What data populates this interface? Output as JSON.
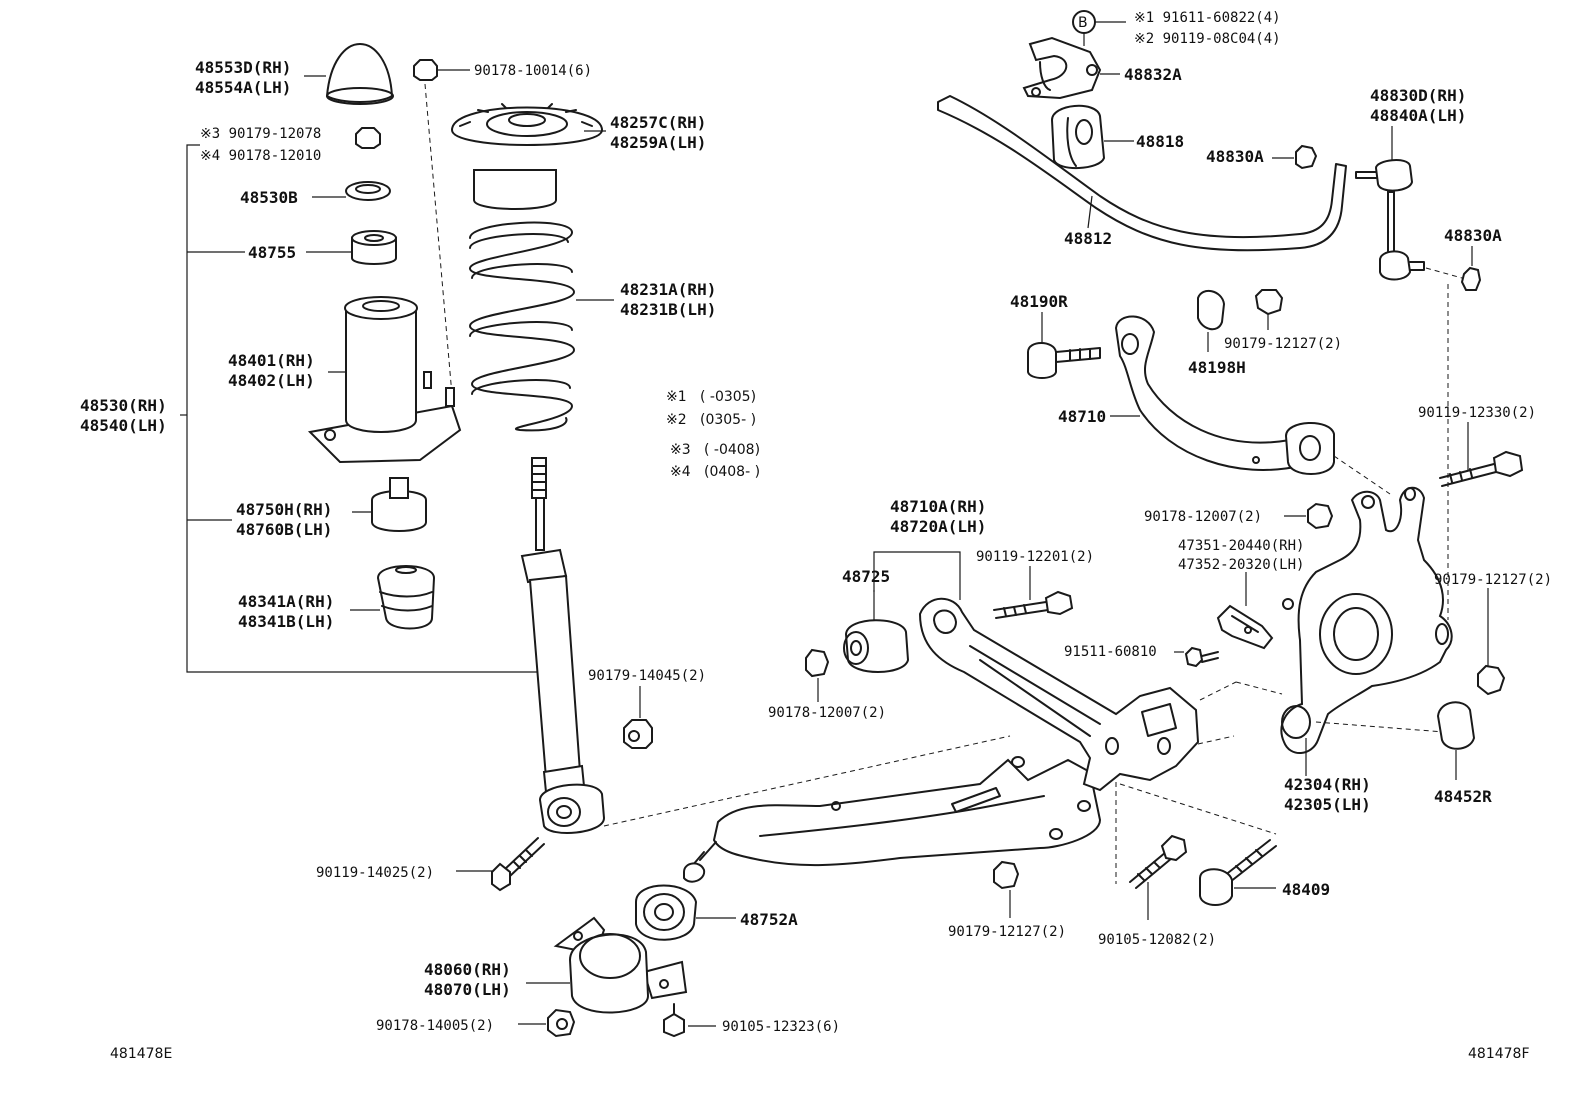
{
  "diagram": {
    "drawing_number_left": "481478E",
    "drawing_number_right": "481478F",
    "notes": [
      {
        "key": "※1",
        "text": "(      -0305)"
      },
      {
        "key": "※2",
        "text": "(0305-       )"
      },
      {
        "key": "※3",
        "text": "(      -0408)"
      },
      {
        "key": "※4",
        "text": "(0408-      )"
      }
    ],
    "labels": {
      "l48553D": "48553D(RH)",
      "l48554A": "48554A(LH)",
      "l90178_10014": "90178-10014(6)",
      "l90179_12078": "※3 90179-12078",
      "l90178_12010": "※4 90178-12010",
      "l48530B": "48530B",
      "l48755": "48755",
      "l48401": "48401(RH)",
      "l48402": "48402(LH)",
      "l48530": "48530(RH)",
      "l48540": "48540(LH)",
      "l48750H": "48750H(RH)",
      "l48760B": "48760B(LH)",
      "l48341A": "48341A(RH)",
      "l48341B": "48341B(LH)",
      "l48257C": "48257C(RH)",
      "l48259A": "48259A(LH)",
      "l48231A": "48231A(RH)",
      "l48231B": "48231B(LH)",
      "l90179_14045": "90179-14045(2)",
      "l90119_14025": "90119-14025(2)",
      "l48752A": "48752A",
      "l48060": "48060(RH)",
      "l48070": "48070(LH)",
      "l90178_14005": "90178-14005(2)",
      "l90105_12323": "90105-12323(6)",
      "lB": "B",
      "l91611": "※1 91611-60822(4)",
      "l90119_08C04": "※2 90119-08C04(4)",
      "l48832A": "48832A",
      "l48818": "48818",
      "l48830A_a": "48830A",
      "l48812": "48812",
      "l48830D": "48830D(RH)",
      "l48840A": "48840A(LH)",
      "l48830A_b": "48830A",
      "l48190R": "48190R",
      "l48198H": "48198H",
      "l90179_12127_a": "90179-12127(2)",
      "l48710": "48710",
      "l90119_12330": "90119-12330(2)",
      "l48710A": "48710A(RH)",
      "l48720A": "48720A(LH)",
      "l90178_12007_a": "90178-12007(2)",
      "l47351": "47351-20440(RH)",
      "l47352": "47352-20320(LH)",
      "l48725": "48725",
      "l90119_12201": "90119-12201(2)",
      "l90179_12127_b": "90179-12127(2)",
      "l91511": "91511-60810",
      "l90178_12007_b": "90178-12007(2)",
      "l42304": "42304(RH)",
      "l42305": "42305(LH)",
      "l48452R": "48452R",
      "l48409": "48409",
      "l90179_12127_c": "90179-12127(2)",
      "l90105_12082": "90105-12082(2)"
    }
  }
}
